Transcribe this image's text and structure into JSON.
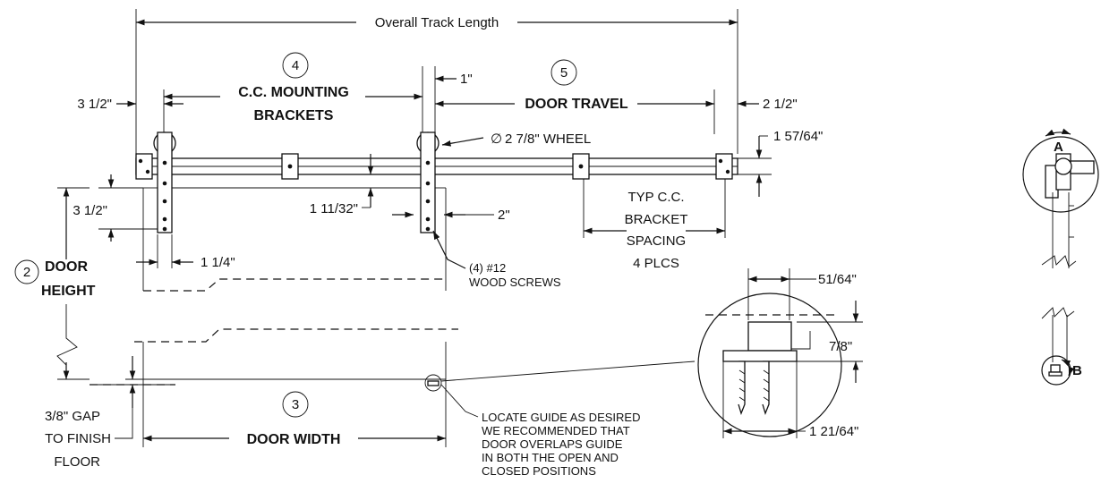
{
  "dimensions": {
    "overall_track_length": "Overall Track Length",
    "left_offset": "3 1/2\"",
    "cc_mounting_l1": "C.C. MOUNTING",
    "cc_mounting_l2": "BRACKETS",
    "one_inch": "1\"",
    "door_travel": "DOOR TRAVEL",
    "right_offset": "2 1/2\"",
    "wheel": "2 7/8\" WHEEL",
    "wheel_symbol": "∅",
    "track_height": "1 57/64\"",
    "typ_l1": "TYP C.C.",
    "typ_l2": "BRACKET",
    "typ_l3": "SPACING",
    "typ_l4": "4 PLCS",
    "bracket_drop": "3 1/2\"",
    "bracket_gap": "1 11/32\"",
    "two_inch": "2\"",
    "bracket_width": "1 1/4\"",
    "screws_l1": "(4) #12",
    "screws_l2": "WOOD SCREWS",
    "door_height_l1": "DOOR",
    "door_height_l2": "HEIGHT",
    "gap_l1": "3/8\" GAP",
    "gap_l2": "TO FINISH",
    "gap_l3": "FLOOR",
    "door_width": "DOOR WIDTH",
    "guide_note_l1": "LOCATE GUIDE AS DESIRED",
    "guide_note_l2": "WE RECOMMENDED THAT",
    "guide_note_l3": "DOOR OVERLAPS GUIDE",
    "guide_note_l4": "IN BOTH THE OPEN AND",
    "guide_note_l5": "CLOSED POSITIONS",
    "guide_width": "51/64\"",
    "guide_height": "7/8\"",
    "guide_base": "1 21/64\"",
    "view_a": "A",
    "view_b": "B"
  },
  "callouts": {
    "c2": "2",
    "c3": "3",
    "c4": "4",
    "c5": "5"
  }
}
